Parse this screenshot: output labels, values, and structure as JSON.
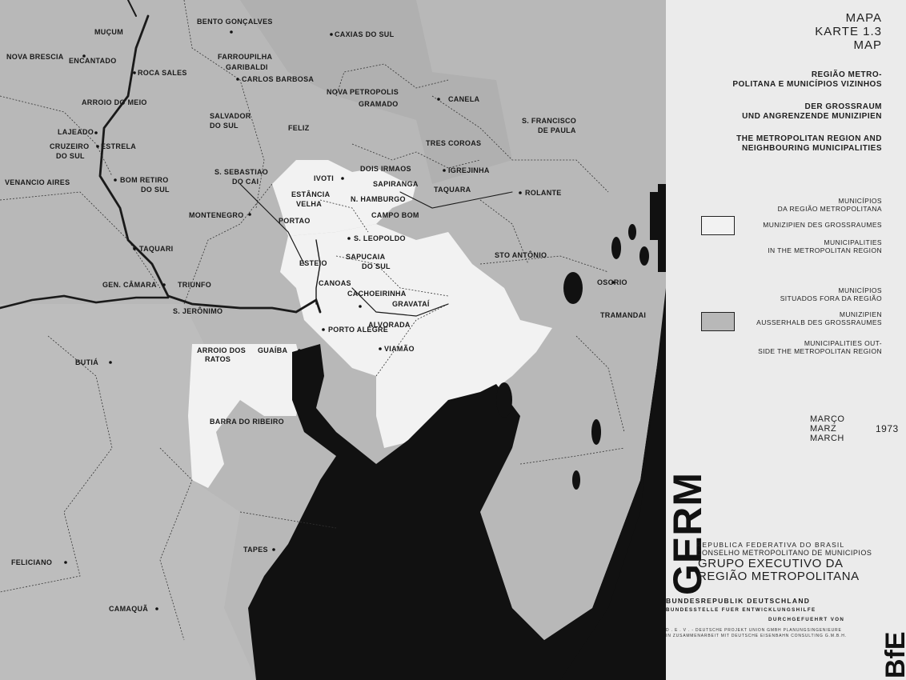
{
  "panel": {
    "title_lines": [
      "MAPA",
      "KARTE  1.3",
      "MAP"
    ],
    "subtitle_pt": [
      "REGIÃO METRO-",
      "POLITANA E MUNICÍPIOS VIZINHOS"
    ],
    "subtitle_de": [
      "DER GROSSRAUM",
      "UND ANGRENZENDE MUNIZIPIEN"
    ],
    "subtitle_en": [
      "THE METROPOLITAN REGION AND",
      "NEIGHBOURING MUNICIPALITIES"
    ],
    "legend_inside": {
      "pt": [
        "MUNICÍPIOS",
        "DA REGIÃO METROPOLITANA"
      ],
      "de": "MUNIZIPIEN DES GROSSRAUMES",
      "en": [
        "MUNICIPALITIES",
        "IN THE METROPOLITAN REGION"
      ],
      "color": "#f2f2f2"
    },
    "legend_outside": {
      "pt": [
        "MUNICÍPIOS",
        "SITUADOS FORA DA REGIÃO"
      ],
      "de": [
        "MUNIZIPIEN",
        "AUSSERHALB DES GROSSRAUMES"
      ],
      "en": [
        "MUNICIPALITIES OUT-",
        "SIDE THE METROPOLITAN REGION"
      ],
      "color": "#b8b8b8"
    },
    "date": {
      "months": [
        "MARÇO",
        "MARZ",
        "MARCH"
      ],
      "year": "1973"
    },
    "org": {
      "logo": "GERM",
      "lines": [
        "REPUBLICA  FEDERATIVA  DO  BRASIL",
        "CONSELHO METROPOLITANO DE MUNICIPIOS",
        "GRUPO EXECUTIVO DA",
        "REGIÃO METROPOLITANA"
      ]
    },
    "german": {
      "lines": [
        "BUNDESREPUBLIK    DEUTSCHLAND",
        "BUNDESSTELLE  FUER  ENTWICKLUNGSHILFE",
        "DURCHGEFUEHRT  VON"
      ],
      "fine_print": [
        "D . E . V .  -  DEUTSCHE PROJEKT UNION  GMBH  PLANUNGSINGENIEURE",
        "IN ZUSAMMENARBEIT MIT DEUTSCHE  EISENBAHN  CONSULTING  G.M.B.H."
      ],
      "logo": "BfE"
    }
  },
  "map": {
    "colors": {
      "outside": "#b8b8b8",
      "inside": "#f2f2f2",
      "water": "#111111",
      "river": "#1a1a1a"
    },
    "towns": [
      "BENTO GONÇALVES",
      "CAXIAS DO SUL",
      "MUÇUM",
      "NOVA BRESCIA",
      "ENCANTADO",
      "ROCA SALES",
      "FARROUPILHA",
      "GARIBALDI",
      "CARLOS BARBOSA",
      "NOVA PETROPOLIS",
      "GRAMADO",
      "CANELA",
      "ARROIO DO MEIO",
      "FELIZ",
      "SALVADOR",
      "DO SUL",
      "S. FRANCISCO",
      "DE PAULA",
      "LAJEADO",
      "CRUZEIRO",
      "DO SUL",
      "ESTRELA",
      "TRES COROAS",
      "DOIS IRMAOS",
      "IGREJINHA",
      "VENANCIO AIRES",
      "BOM RETIRO",
      "DO SUL",
      "S. SEBASTIAO",
      "DO CAI",
      "IVOTI",
      "SAPIRANGA",
      "TAQUARA",
      "ROLANTE",
      "ESTÂNCIA",
      "VELHA",
      "N. HAMBURGO",
      "CAMPO BOM",
      "MONTENEGRO",
      "PORTAO",
      "S. LEOPOLDO",
      "TAQUARI",
      "STO ANTÔNIO",
      "SAPUCAIA",
      "DO SUL",
      "ESTEIO",
      "CANOAS",
      "CACHOEIRINHA",
      "GEN. CÂMARA",
      "TRIUNFO",
      "OSORIO",
      "GRAVATAÍ",
      "S. JERÔNIMO",
      "ALVORADA",
      "PORTO ALEGRE",
      "TRAMANDAI",
      "ARROIO DOS",
      "RATOS",
      "GUAÍBA",
      "VIAMÃO",
      "BUTIÁ",
      "BARRA DO RIBEIRO",
      "TAPES",
      "FELICIANO",
      "CAMAQUÃ"
    ]
  }
}
